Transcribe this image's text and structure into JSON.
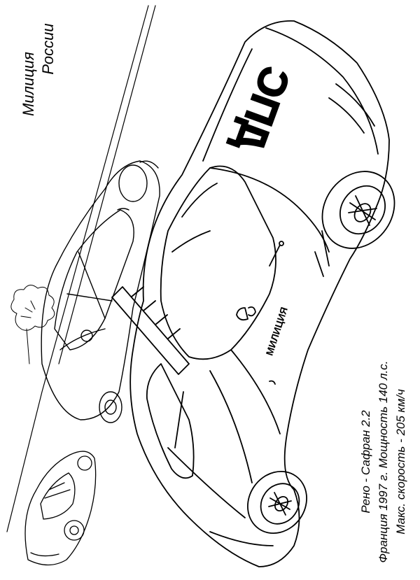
{
  "title": {
    "line1": "Милиция",
    "line2": "России"
  },
  "car_markings": {
    "roof_text": "ДПС",
    "side_text": "МИЛИЦИЯ"
  },
  "caption": {
    "line1": "Рено - Сафран 2.2",
    "line2": "Франция 1997 г. Мощность 140 л.с.",
    "line3": "Макс. скорость - 205 км/ч"
  },
  "colors": {
    "ink": "#000000",
    "paper": "#ffffff"
  }
}
